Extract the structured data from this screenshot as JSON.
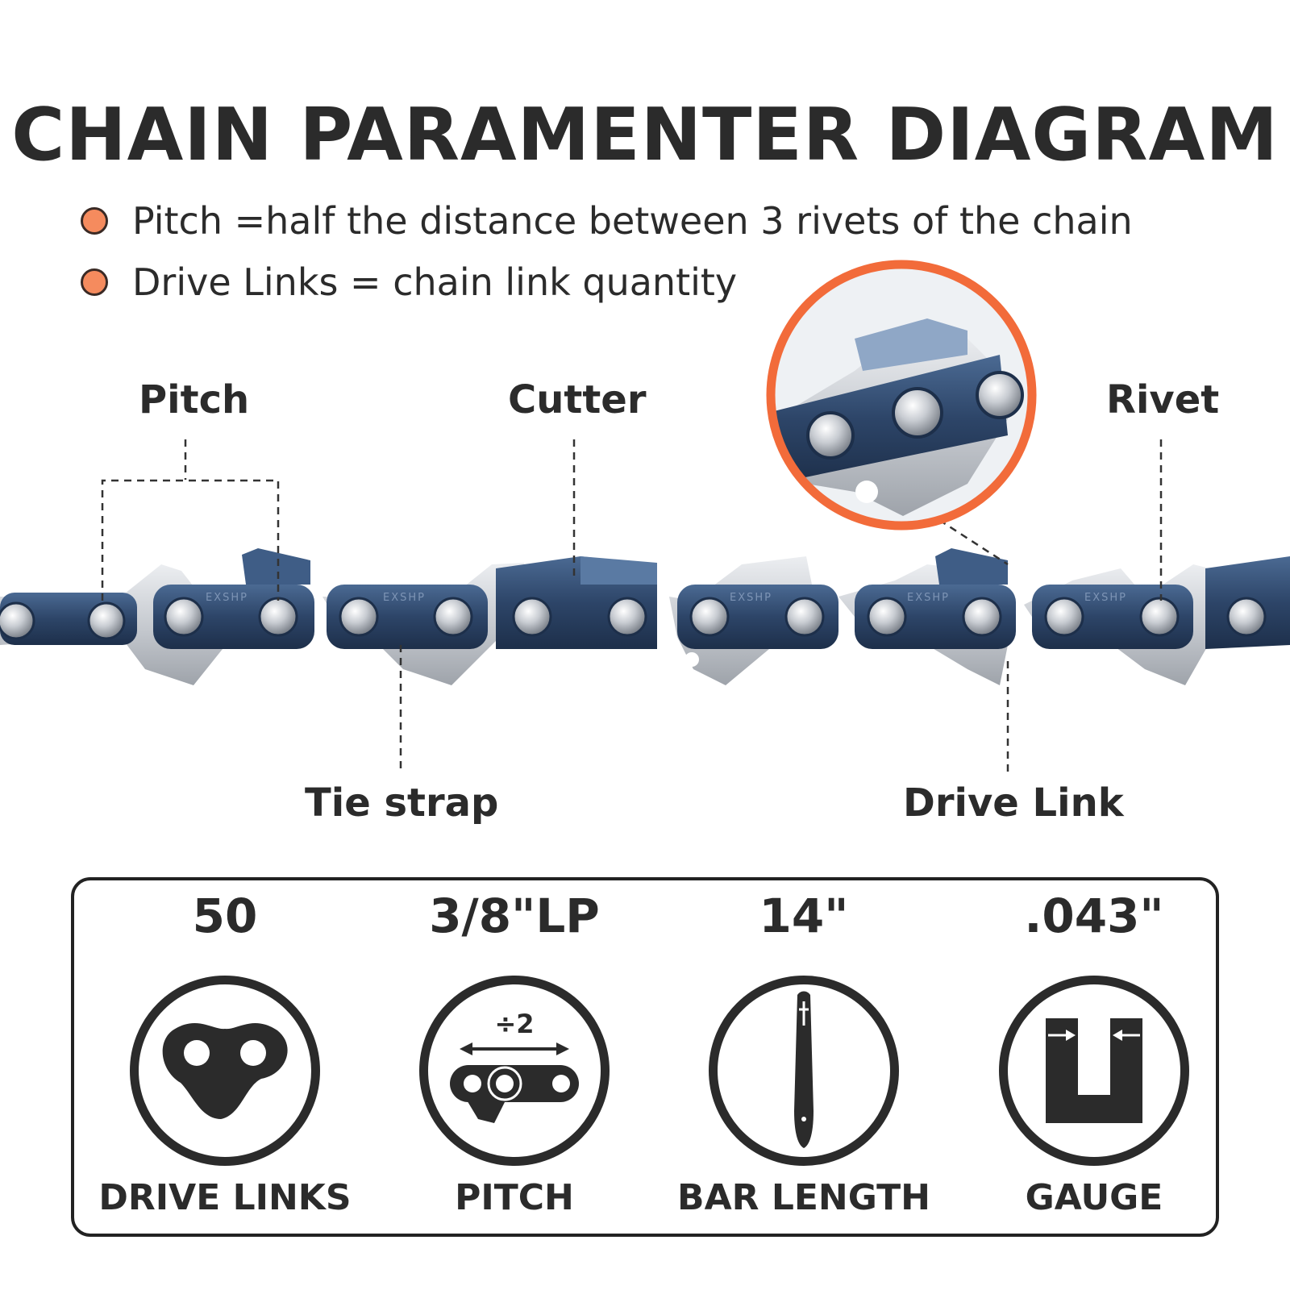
{
  "title": "CHAIN PARAMENTER DIAGRAM",
  "bullets": [
    "Pitch =half the distance between 3 rivets of the chain",
    "Drive Links = chain link quantity"
  ],
  "callouts": {
    "pitch": "Pitch",
    "cutter": "Cutter",
    "rivet": "Rivet",
    "tie_strap": "Tie strap",
    "drive_link": "Drive Link"
  },
  "chain_engraving": "EXSHP",
  "specs": [
    {
      "value": "50",
      "label": "DRIVE LINKS",
      "icon": "drive-link-icon"
    },
    {
      "value": "3/8\"LP",
      "label": "PITCH",
      "icon": "pitch-icon",
      "icon_text": "÷2"
    },
    {
      "value": "14\"",
      "label": "BAR LENGTH",
      "icon": "bar-icon"
    },
    {
      "value": ".043\"",
      "label": "GAUGE",
      "icon": "gauge-icon"
    }
  ],
  "colors": {
    "accent": "#f26b3a",
    "bullet": "#f58b5e",
    "text": "#2b2b2b",
    "chain_blue": "#2f4a6e",
    "steel": "#c9ccd1"
  }
}
